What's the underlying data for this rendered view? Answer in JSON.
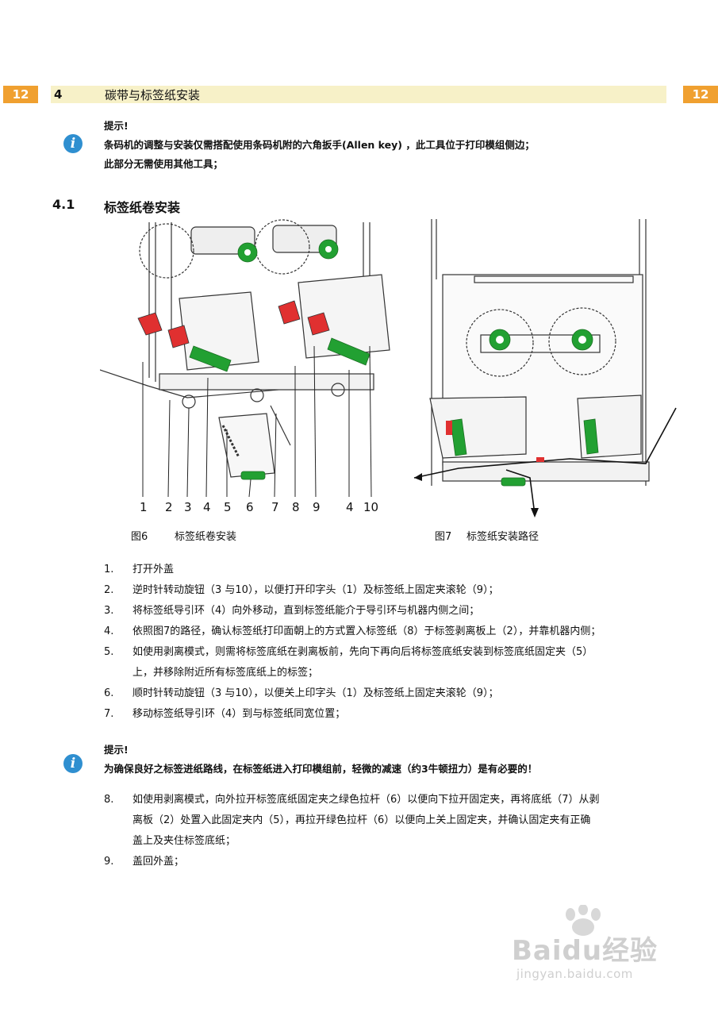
{
  "header": {
    "page_number_left": "12",
    "page_number_right": "12",
    "chapter_number": "4",
    "chapter_title": "碳带与标签纸安装"
  },
  "note1": {
    "title": "提示!",
    "line1": "条码机的调整与安装仅需搭配使用条码机附的六角扳手(Allen key) ，此工具位于打印模组侧边；",
    "line2": "此部分无需使用其他工具；"
  },
  "section": {
    "number": "4.1",
    "title": "标签纸卷安装"
  },
  "figure6": {
    "callouts": [
      "1",
      "2",
      "3",
      "4",
      "5",
      "6",
      "7",
      "8",
      "9",
      "4",
      "10"
    ],
    "caption_label": "图6",
    "caption_text": "标签纸卷安装"
  },
  "figure7": {
    "caption_label": "图7",
    "caption_text": "标签纸安装路径"
  },
  "steps_a": [
    {
      "num": "1.",
      "text": "打开外盖"
    },
    {
      "num": "2.",
      "text": "逆时针转动旋钮（3 与10），以便打开印字头（1）及标签纸上固定夹滚轮（9）；"
    },
    {
      "num": "3.",
      "text": "将标签纸导引环（4）向外移动，直到标签纸能介于导引环与机器内侧之间；"
    },
    {
      "num": "4.",
      "text": "依照图7的路径，确认标签纸打印面朝上的方式置入标签纸（8）于标签剥离板上（2），并靠机器内侧；"
    },
    {
      "num": "5.",
      "text": "如使用剥离模式，则需将标签底纸在剥离板前，先向下再向后将标签底纸安装到标签底纸固定夹（5）"
    },
    {
      "num": "",
      "text": "上，并移除附近所有标签底纸上的标签；"
    },
    {
      "num": "6.",
      "text": "顺时针转动旋钮（3 与10），以便关上印字头（1）及标签纸上固定夹滚轮（9）；"
    },
    {
      "num": "7.",
      "text": "移动标签纸导引环（4）到与标签纸同宽位置；"
    }
  ],
  "note2": {
    "title": "提示!",
    "line1": "为确保良好之标签进纸路线，在标签纸进入打印模组前，轻微的减速（约3牛顿扭力）是有必要的！"
  },
  "steps_b": [
    {
      "num": "8.",
      "text": "如使用剥离模式，向外拉开标签底纸固定夹之绿色拉杆（6）以便向下拉开固定夹，再将底纸（7）从剥"
    },
    {
      "num": "",
      "text": "离板（2）处置入此固定夹内（5），再拉开绿色拉杆（6）以便向上关上固定夹，并确认固定夹有正确"
    },
    {
      "num": "",
      "text": "盖上及夹住标签底纸；"
    },
    {
      "num": "9.",
      "text": "盖回外盖；"
    }
  ],
  "watermark": {
    "brand": "Bai",
    "brand2": "du",
    "brand3": "经验",
    "url": "jingyan.baidu.com"
  },
  "colors": {
    "accent_orange": "#f0a030",
    "header_bar": "#f7f1c8",
    "info_blue": "#2f8fd0",
    "knob_green": "#22a032",
    "latch_red": "#e03030"
  }
}
